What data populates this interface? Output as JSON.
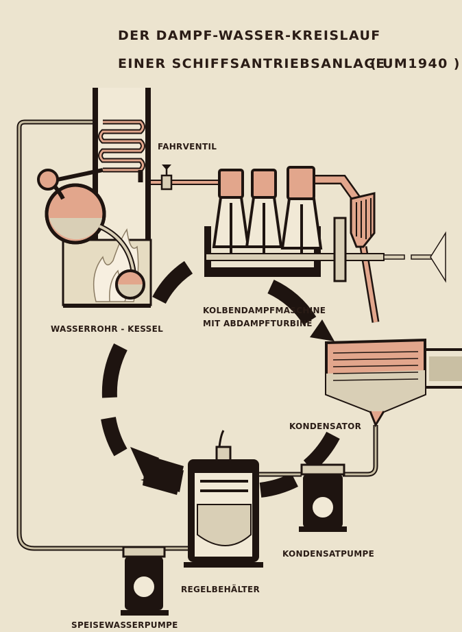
{
  "title": {
    "line1": "DER DAMPF-WASSER-KREISLAUF",
    "line2": "EINER SCHIFFSANTRIEBSANLAGE",
    "year": "( UM1940 )"
  },
  "labels": {
    "fahrventil": "FAHRVENTIL",
    "engine_line1": "KOLBENDAMPFMASCHINE",
    "engine_line2": "MIT ABDAMPFTURBINE",
    "boiler": "WASSERROHR - KESSEL",
    "condenser": "KONDENSATOR",
    "condensate_pump": "KONDENSATPUMPE",
    "control_tank": "REGELBEHÄLTER",
    "feed_pump": "SPEISEWASSERPUMPE"
  },
  "colors": {
    "background": "#ece4cf",
    "ink": "#1e1410",
    "steam": "#e2a68c",
    "water": "#c9bfa3",
    "metal": "#d9cfb6",
    "flame": "#f7efe0"
  }
}
